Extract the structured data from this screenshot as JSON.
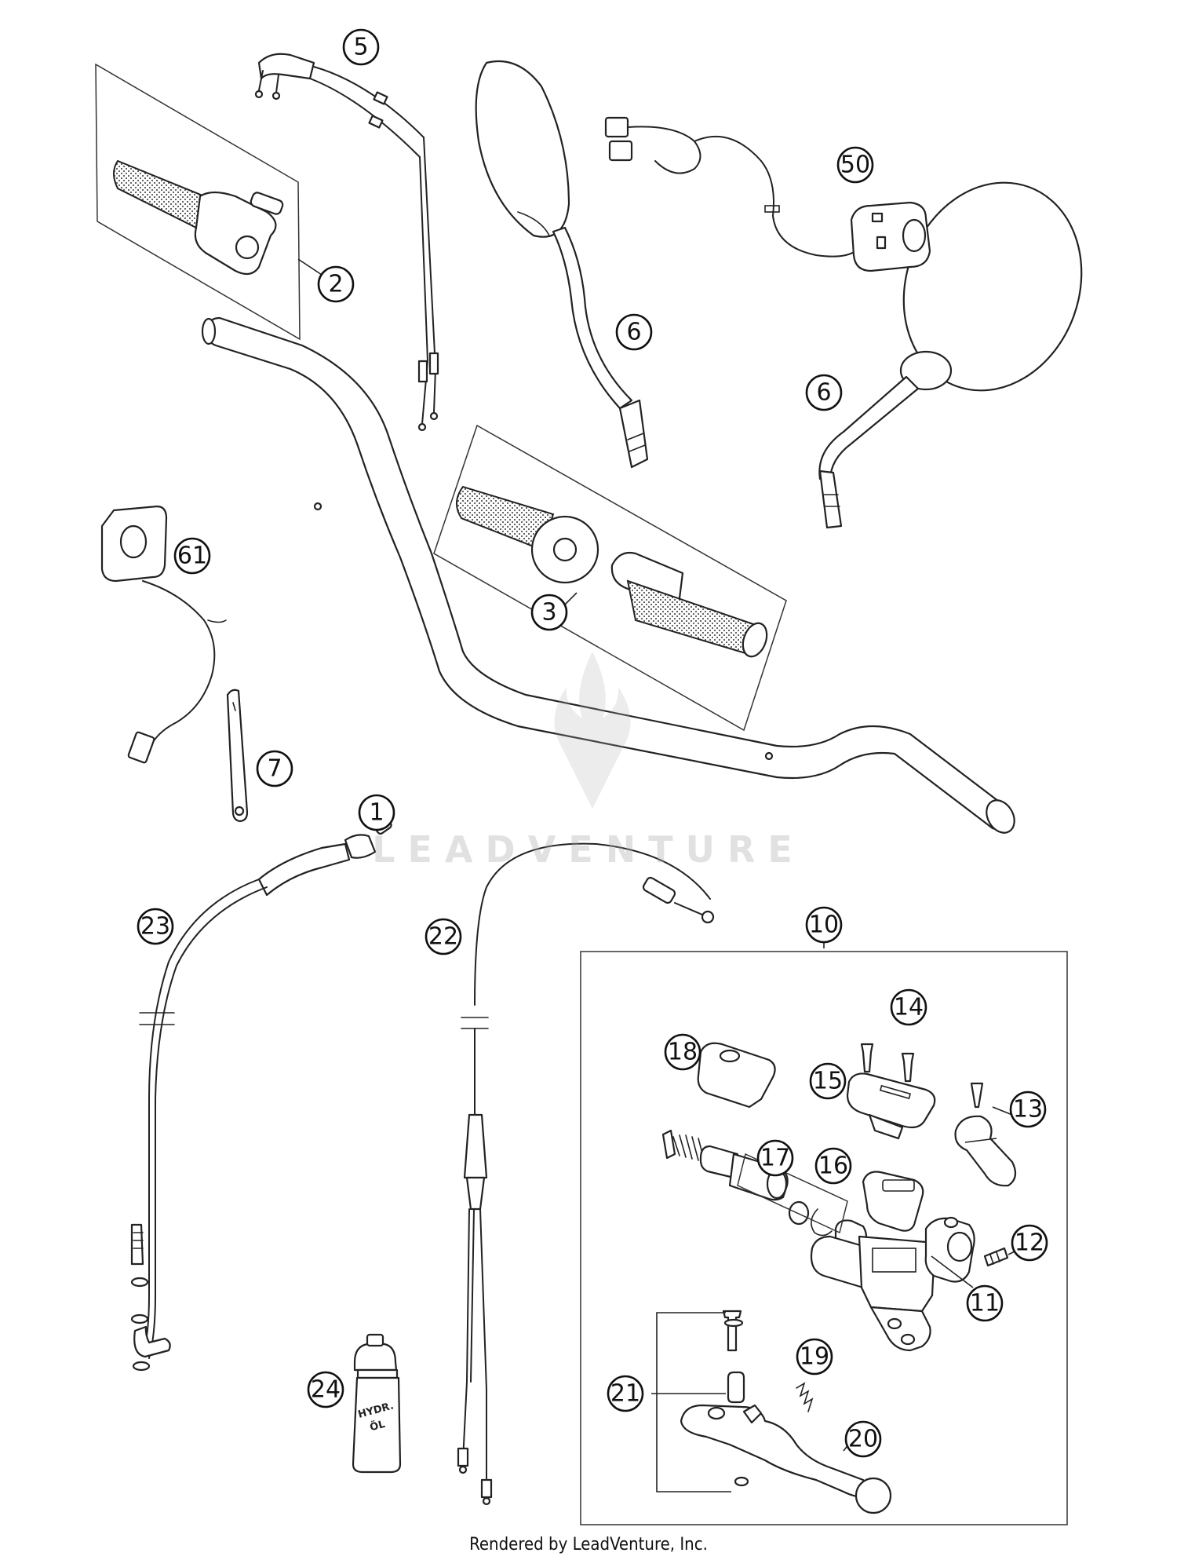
{
  "diagram": {
    "callouts": [
      {
        "id": "c1",
        "label": "1"
      },
      {
        "id": "c2",
        "label": "2"
      },
      {
        "id": "c3",
        "label": "3"
      },
      {
        "id": "c5",
        "label": "5"
      },
      {
        "id": "c6a",
        "label": "6"
      },
      {
        "id": "c6b",
        "label": "6"
      },
      {
        "id": "c7",
        "label": "7"
      },
      {
        "id": "c10",
        "label": "10"
      },
      {
        "id": "c11",
        "label": "11"
      },
      {
        "id": "c12",
        "label": "12"
      },
      {
        "id": "c13",
        "label": "13"
      },
      {
        "id": "c14",
        "label": "14"
      },
      {
        "id": "c15",
        "label": "15"
      },
      {
        "id": "c16",
        "label": "16"
      },
      {
        "id": "c17",
        "label": "17"
      },
      {
        "id": "c18",
        "label": "18"
      },
      {
        "id": "c19",
        "label": "19"
      },
      {
        "id": "c20",
        "label": "20"
      },
      {
        "id": "c21",
        "label": "21"
      },
      {
        "id": "c22",
        "label": "22"
      },
      {
        "id": "c23",
        "label": "23"
      },
      {
        "id": "c24",
        "label": "24"
      },
      {
        "id": "c50",
        "label": "50"
      },
      {
        "id": "c61",
        "label": "61"
      }
    ],
    "bottle_label_line1": "HYDR.",
    "bottle_label_line2": "ÖL"
  },
  "watermark": "LEADVENTURE",
  "footer": "Rendered by LeadVenture, Inc."
}
